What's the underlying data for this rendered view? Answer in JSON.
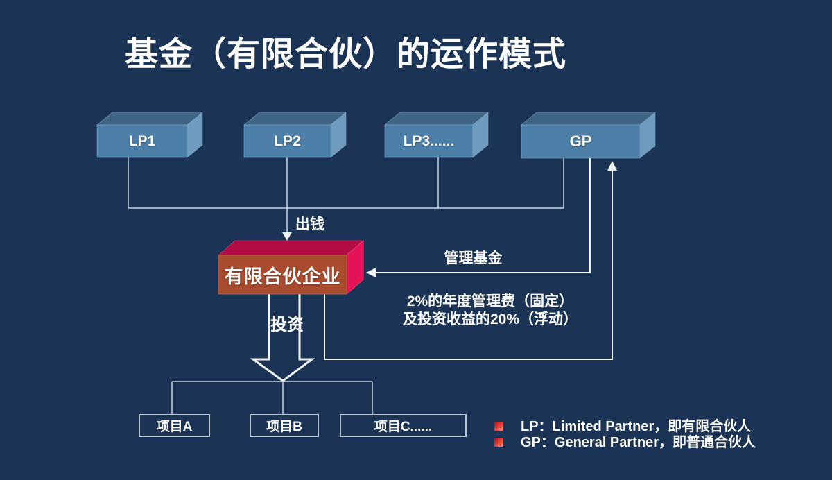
{
  "title": "基金（有限合伙）的运作模式",
  "partner_boxes": [
    {
      "label": "LP1"
    },
    {
      "label": "LP2"
    },
    {
      "label": "LP3......"
    },
    {
      "label": "GP"
    }
  ],
  "fund_box": {
    "label": "有限合伙企业"
  },
  "flow_labels": {
    "contribute": "出钱",
    "manage": "管理基金",
    "fee_line1": "2%的年度管理费（固定）",
    "fee_line2": "及投资收益的20%（浮动）",
    "invest": "投资"
  },
  "project_boxes": [
    {
      "label": "项目A"
    },
    {
      "label": "项目B"
    },
    {
      "label": "项目C......"
    }
  ],
  "legend": [
    {
      "text": "LP：Limited Partner，即有限合伙人"
    },
    {
      "text": "GP：General Partner，即普通合伙人"
    }
  ],
  "colors": {
    "background": "#1b3355",
    "partner_box_front": "#4d7fa9",
    "partner_box_top": "#3f6584",
    "partner_box_side": "#6f9bbe",
    "fund_box_front": "#a94b2f",
    "fund_box_top": "#b20c45",
    "fund_box_side": "#e41355",
    "connector_line": "#c9d4e1",
    "arrow_line": "#f4f7fa",
    "project_border": "#b9c7d8",
    "legend_bullet": "#d42a2a",
    "text": "#ffffff"
  }
}
